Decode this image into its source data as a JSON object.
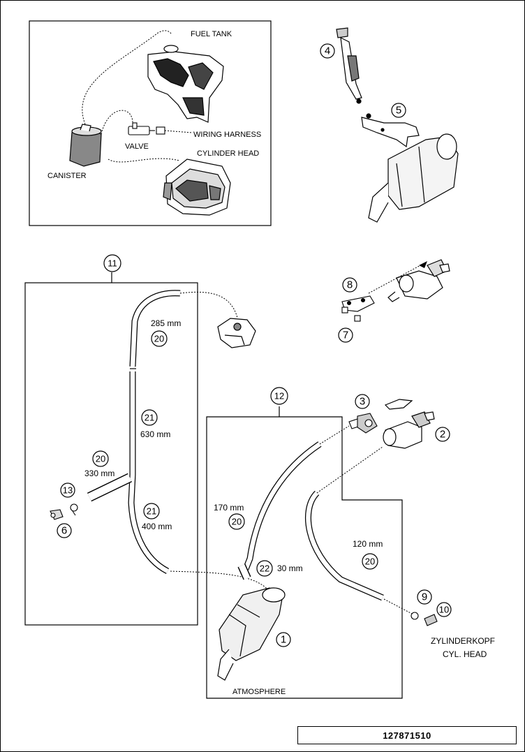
{
  "inset": {
    "fuel_tank": "FUEL TANK",
    "wiring_harness": "WIRING HARNESS",
    "valve": "VALVE",
    "cylinder_head": "CYLINDER HEAD",
    "canister": "CANISTER"
  },
  "callouts": {
    "c1": "1",
    "c2": "2",
    "c3": "3",
    "c4": "4",
    "c5": "5",
    "c6": "6",
    "c7": "7",
    "c8": "8",
    "c9": "9",
    "c10": "10",
    "c11": "11",
    "c12": "12",
    "c13": "13",
    "c20a": "20",
    "c20b": "20",
    "c20c": "20",
    "c20d": "20",
    "c21a": "21",
    "c21b": "21",
    "c22": "22"
  },
  "lengths": {
    "l285": "285 mm",
    "l630": "630 mm",
    "l330": "330 mm",
    "l400": "400 mm",
    "l170": "170 mm",
    "l30": "30 mm",
    "l120": "120 mm"
  },
  "notes": {
    "zylinderkopf": "ZYLINDERKOPF",
    "cyl_head": "CYL. HEAD",
    "atmosphere": "ATMOSPHERE"
  },
  "footer": {
    "code": "127871510"
  }
}
